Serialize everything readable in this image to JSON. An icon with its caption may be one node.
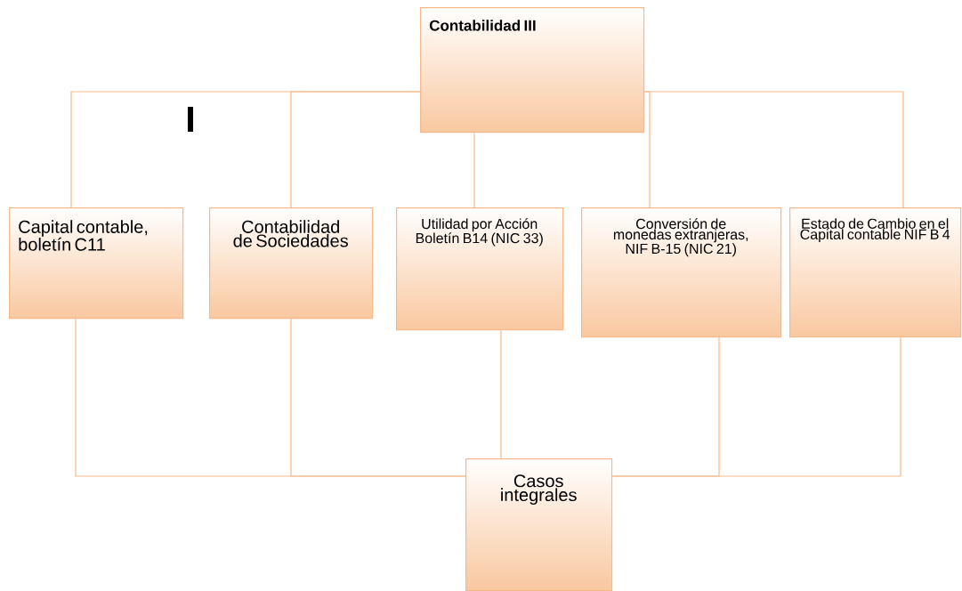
{
  "diagram": {
    "nodes": [
      {
        "text": [
          "Contabilidad III"
        ]
      },
      {
        "text": [
          "Capital contable, boletín C11"
        ]
      },
      {
        "text": [
          "Contabilidad de Sociedades"
        ]
      },
      {
        "text": [
          "Utilidad por Acción Boletín B14 (NIC 33)"
        ]
      },
      {
        "text": [
          "Conversión de monedas extranjeras, NIF B-15 (NIC 21)"
        ]
      },
      {
        "text": [
          "Estado de Cambio en el Capital contable NIF B 4"
        ]
      },
      {
        "text": [
          "Casos integrales"
        ]
      }
    ],
    "edges": [
      {
        "from": 0,
        "to": 1,
        "arrow": "none"
      },
      {
        "from": 0,
        "to": 2,
        "arrow": "none"
      },
      {
        "from": 0,
        "to": 3,
        "arrow": "none"
      },
      {
        "from": 0,
        "to": 4,
        "arrow": "none"
      },
      {
        "from": 0,
        "to": 5,
        "arrow": "none"
      },
      {
        "from": 1,
        "to": 6,
        "arrow": "none"
      },
      {
        "from": 2,
        "to": 6,
        "arrow": "none"
      },
      {
        "from": 3,
        "to": 6,
        "arrow": "none"
      },
      {
        "from": 4,
        "to": 6,
        "arrow": "none"
      },
      {
        "from": 5,
        "to": 6,
        "arrow": "none"
      }
    ]
  }
}
